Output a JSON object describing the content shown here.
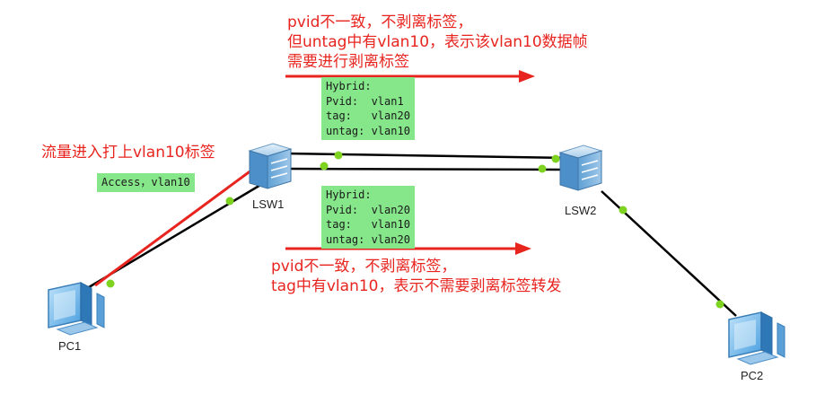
{
  "annotations": {
    "top_line1": "pvid不一致，不剥离标签，",
    "top_line2": "但untag中有vlan10，表示该vlan10数据帧",
    "top_line3": "需要进行剥离标签",
    "left": "流量进入打上vlan10标签",
    "bottom_line1": "pvid不一致，不剥离标签，",
    "bottom_line2": "tag中有vlan10，表示不需要剥离标签转发"
  },
  "configs": {
    "access": "Access，vlan10",
    "hybrid_top": {
      "l1": "Hybrid:",
      "l2": "Pvid:  vlan1",
      "l3": "tag:   vlan20",
      "l4": "untag: vlan10"
    },
    "hybrid_bottom": {
      "l1": "Hybrid:",
      "l2": "Pvid:  vlan20",
      "l3": "tag:   vlan10",
      "l4": "untag: vlan20"
    }
  },
  "devices": {
    "lsw1": "LSW1",
    "lsw2": "LSW2",
    "pc1": "PC1",
    "pc2": "PC2"
  },
  "colors": {
    "arrow": "#e8241f",
    "config_bg": "#86e68a",
    "link_dot": "#7ed321",
    "link": "#000000"
  }
}
